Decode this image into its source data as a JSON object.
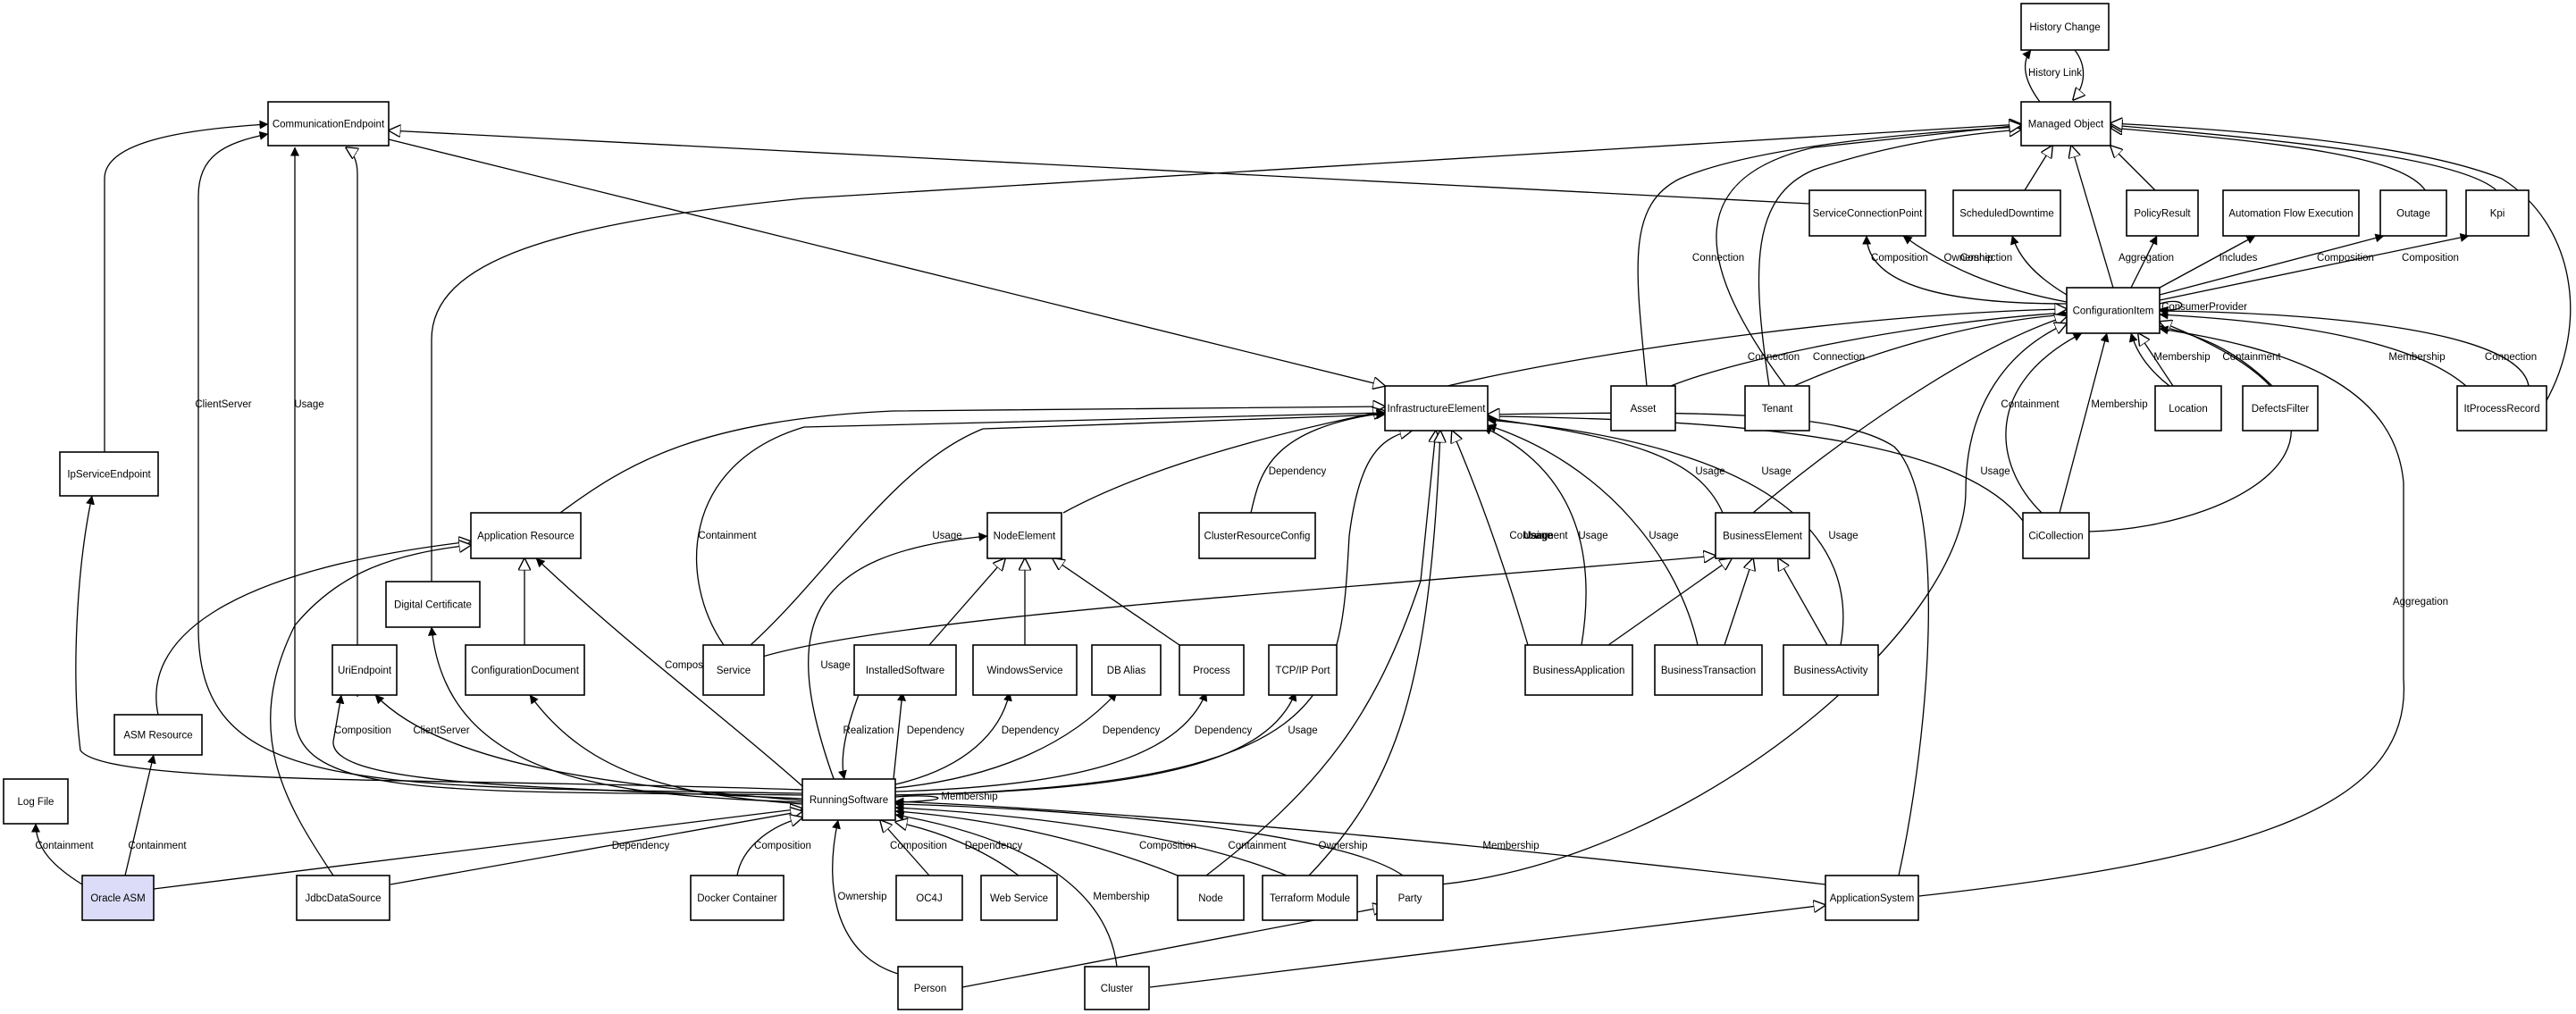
{
  "nodes": [
    {
      "id": "history-change",
      "label": "History Change"
    },
    {
      "id": "managed-object",
      "label": "Managed Object"
    },
    {
      "id": "communication-endpoint",
      "label": "CommunicationEndpoint"
    },
    {
      "id": "service-connection-point",
      "label": "ServiceConnectionPoint"
    },
    {
      "id": "scheduled-downtime",
      "label": "ScheduledDowntime"
    },
    {
      "id": "policy-result",
      "label": "PolicyResult"
    },
    {
      "id": "automation-flow-execution",
      "label": "Automation Flow Execution"
    },
    {
      "id": "outage",
      "label": "Outage"
    },
    {
      "id": "kpi",
      "label": "Kpi"
    },
    {
      "id": "configuration-item",
      "label": "ConfigurationItem"
    },
    {
      "id": "infrastructure-element",
      "label": "InfrastructureElement"
    },
    {
      "id": "asset",
      "label": "Asset"
    },
    {
      "id": "tenant",
      "label": "Tenant"
    },
    {
      "id": "location",
      "label": "Location"
    },
    {
      "id": "defects-filter",
      "label": "DefectsFilter"
    },
    {
      "id": "it-process-record",
      "label": "ItProcessRecord"
    },
    {
      "id": "ip-service-endpoint",
      "label": "IpServiceEndpoint"
    },
    {
      "id": "application-resource",
      "label": "Application Resource"
    },
    {
      "id": "node-element",
      "label": "NodeElement"
    },
    {
      "id": "cluster-resource-config",
      "label": "ClusterResourceConfig"
    },
    {
      "id": "business-element",
      "label": "BusinessElement"
    },
    {
      "id": "ci-collection",
      "label": "CiCollection"
    },
    {
      "id": "digital-certificate",
      "label": "Digital Certificate"
    },
    {
      "id": "uri-endpoint",
      "label": "UriEndpoint"
    },
    {
      "id": "configuration-document",
      "label": "ConfigurationDocument"
    },
    {
      "id": "service",
      "label": "Service"
    },
    {
      "id": "installed-software",
      "label": "InstalledSoftware"
    },
    {
      "id": "windows-service",
      "label": "WindowsService"
    },
    {
      "id": "db-alias",
      "label": "DB Alias"
    },
    {
      "id": "process",
      "label": "Process"
    },
    {
      "id": "tcpip-port",
      "label": "TCP/IP Port"
    },
    {
      "id": "business-application",
      "label": "BusinessApplication"
    },
    {
      "id": "business-transaction",
      "label": "BusinessTransaction"
    },
    {
      "id": "business-activity",
      "label": "BusinessActivity"
    },
    {
      "id": "asm-resource",
      "label": "ASM Resource"
    },
    {
      "id": "log-file",
      "label": "Log File"
    },
    {
      "id": "running-software",
      "label": "RunningSoftware"
    },
    {
      "id": "oracle-asm",
      "label": "Oracle ASM"
    },
    {
      "id": "jdbc-data-source",
      "label": "JdbcDataSource"
    },
    {
      "id": "docker-container",
      "label": "Docker Container"
    },
    {
      "id": "oc4j",
      "label": "OC4J"
    },
    {
      "id": "web-service",
      "label": "Web Service"
    },
    {
      "id": "node",
      "label": "Node"
    },
    {
      "id": "terraform-module",
      "label": "Terraform Module"
    },
    {
      "id": "party",
      "label": "Party"
    },
    {
      "id": "application-system",
      "label": "ApplicationSystem"
    },
    {
      "id": "person",
      "label": "Person"
    },
    {
      "id": "cluster",
      "label": "Cluster"
    }
  ],
  "edge_labels": [
    "History Link",
    "Connection",
    "Connection",
    "Connection",
    "Connection",
    "Composition",
    "Ownership",
    "Aggregation",
    "Includes",
    "Composition",
    "Composition",
    "ConsumerProvider",
    "Membership",
    "Containment",
    "Membership",
    "Connection",
    "Containment",
    "Membership",
    "Usage",
    "Usage",
    "Usage",
    "Dependency",
    "Containment",
    "Usage",
    "Usage",
    "Containment",
    "Usage",
    "Usage",
    "Usage",
    "ClientServer",
    "Usage",
    "Composition",
    "Usage",
    "Usage",
    "Composition",
    "ClientServer",
    "Realization",
    "Dependency",
    "Dependency",
    "Dependency",
    "Dependency",
    "Usage",
    "Aggregation",
    "Containment",
    "Containment",
    "Dependency",
    "Composition",
    "Composition",
    "Dependency",
    "Ownership",
    "Membership",
    "Composition",
    "Containment",
    "Ownership",
    "Membership",
    "Membership"
  ],
  "colors": {
    "highlight_fill": "#dcdcf8",
    "node_fill": "#ffffff",
    "stroke": "#000000"
  }
}
